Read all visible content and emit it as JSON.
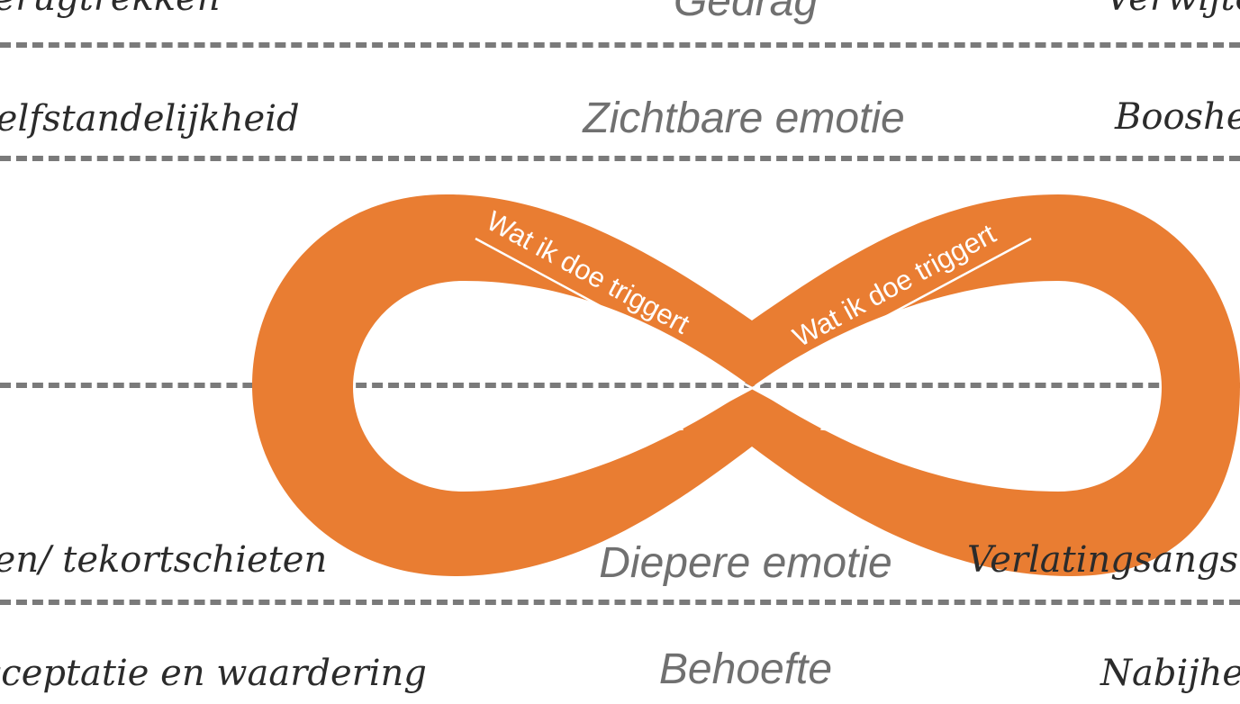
{
  "colors": {
    "loop": "#E97D32",
    "dash": "#7a7a7a",
    "category": "#707070",
    "handwriting": "#2b2b2b"
  },
  "rows": {
    "top": {
      "left": "Terugtrekken",
      "category": "Gedrag",
      "right": "Verwijten"
    },
    "visible": {
      "left": "Zelfstandelijkheid",
      "category": "Zichtbare emotie",
      "right": "Boosheid"
    },
    "deeper": {
      "left": "Falen/ tekortschieten",
      "category": "Diepere emotie",
      "right": "Verlatingsangst"
    },
    "need": {
      "left": "Acceptatie en waardering",
      "category": "Behoefte",
      "right": "Nabijheid"
    }
  },
  "arrows": {
    "left_label": "Wat ik doe triggert",
    "right_label": "Wat ik doe triggert"
  }
}
